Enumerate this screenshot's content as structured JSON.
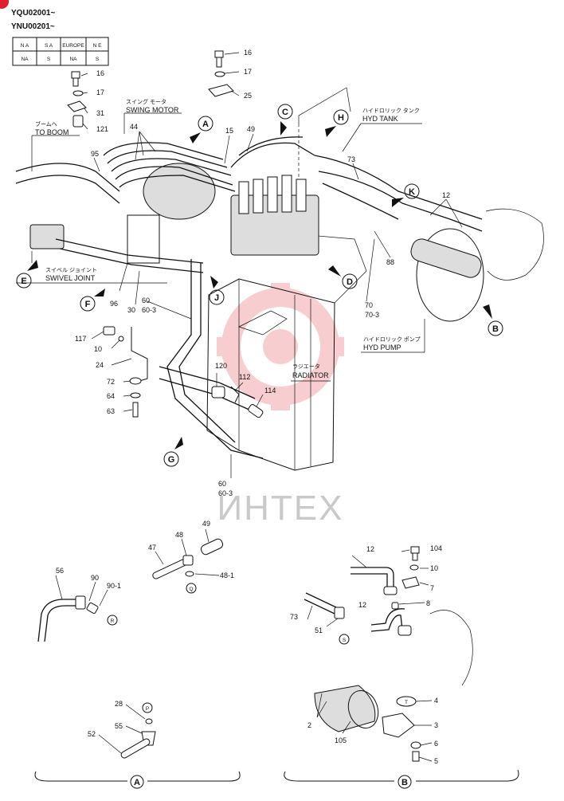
{
  "serials": [
    "YQU02001~",
    "YNU00201~"
  ],
  "region_table": {
    "row1": [
      "N A",
      "S A",
      "EUROPE",
      "N E"
    ],
    "row2": [
      "NA",
      "S",
      "NA",
      "S"
    ]
  },
  "components": {
    "to_boom": {
      "jp": "ブームへ",
      "en": "TO BOOM"
    },
    "swing_motor": {
      "jp": "スイング モータ",
      "en": "SWING MOTOR"
    },
    "hyd_tank": {
      "jp": "ハイドロリック タンク",
      "en": "HYD TANK"
    },
    "swivel_joint": {
      "jp": "スイベル ジョイント",
      "en": "SWIVEL JOINT"
    },
    "hyd_pump": {
      "jp": "ハイドロリック ポンプ",
      "en": "HYD PUMP"
    },
    "radiator": {
      "jp": "ラジエータ",
      "en": "RADIATOR"
    }
  },
  "callouts": [
    "A",
    "B",
    "C",
    "D",
    "E",
    "F",
    "G",
    "H",
    "J",
    "K"
  ],
  "detail_callouts": {
    "P": "P",
    "Q": "Q",
    "R": "R",
    "S": "S",
    "T": "T"
  },
  "part_numbers": {
    "p16a": "16",
    "p17a": "17",
    "p25": "25",
    "p16b": "16",
    "p17b": "17",
    "p31": "31",
    "p121": "121",
    "p44": "44",
    "p15": "15",
    "p49": "49",
    "p95": "95",
    "p73": "73",
    "p12": "12",
    "p88": "88",
    "p70": "70",
    "p70_3": "70-3",
    "p96": "96",
    "p30": "30",
    "p60": "60",
    "p60_3": "60-3",
    "p117": "117",
    "p10": "10",
    "p24": "24",
    "p72": "72",
    "p64": "64",
    "p63": "63",
    "p120": "120",
    "p112": "112",
    "p114": "114",
    "p60b": "60",
    "p60_3b": "60-3"
  },
  "detail_a_parts": {
    "p56": "56",
    "p90": "90",
    "p90_1": "90-1",
    "p47": "47",
    "p48": "48",
    "p49": "49",
    "p48_1": "48-1",
    "p28": "28",
    "p55": "55",
    "p52": "52"
  },
  "detail_b_parts": {
    "p12a": "12",
    "p104": "104",
    "p10": "10",
    "p7": "7",
    "p12b": "12",
    "p8": "8",
    "p73": "73",
    "p51": "51",
    "p4": "4",
    "p2": "2",
    "p105": "105",
    "p3": "3",
    "p6": "6",
    "p5": "5"
  },
  "detail_labels": {
    "a": "A",
    "b": "B"
  },
  "watermark": "ИНТЕХ"
}
